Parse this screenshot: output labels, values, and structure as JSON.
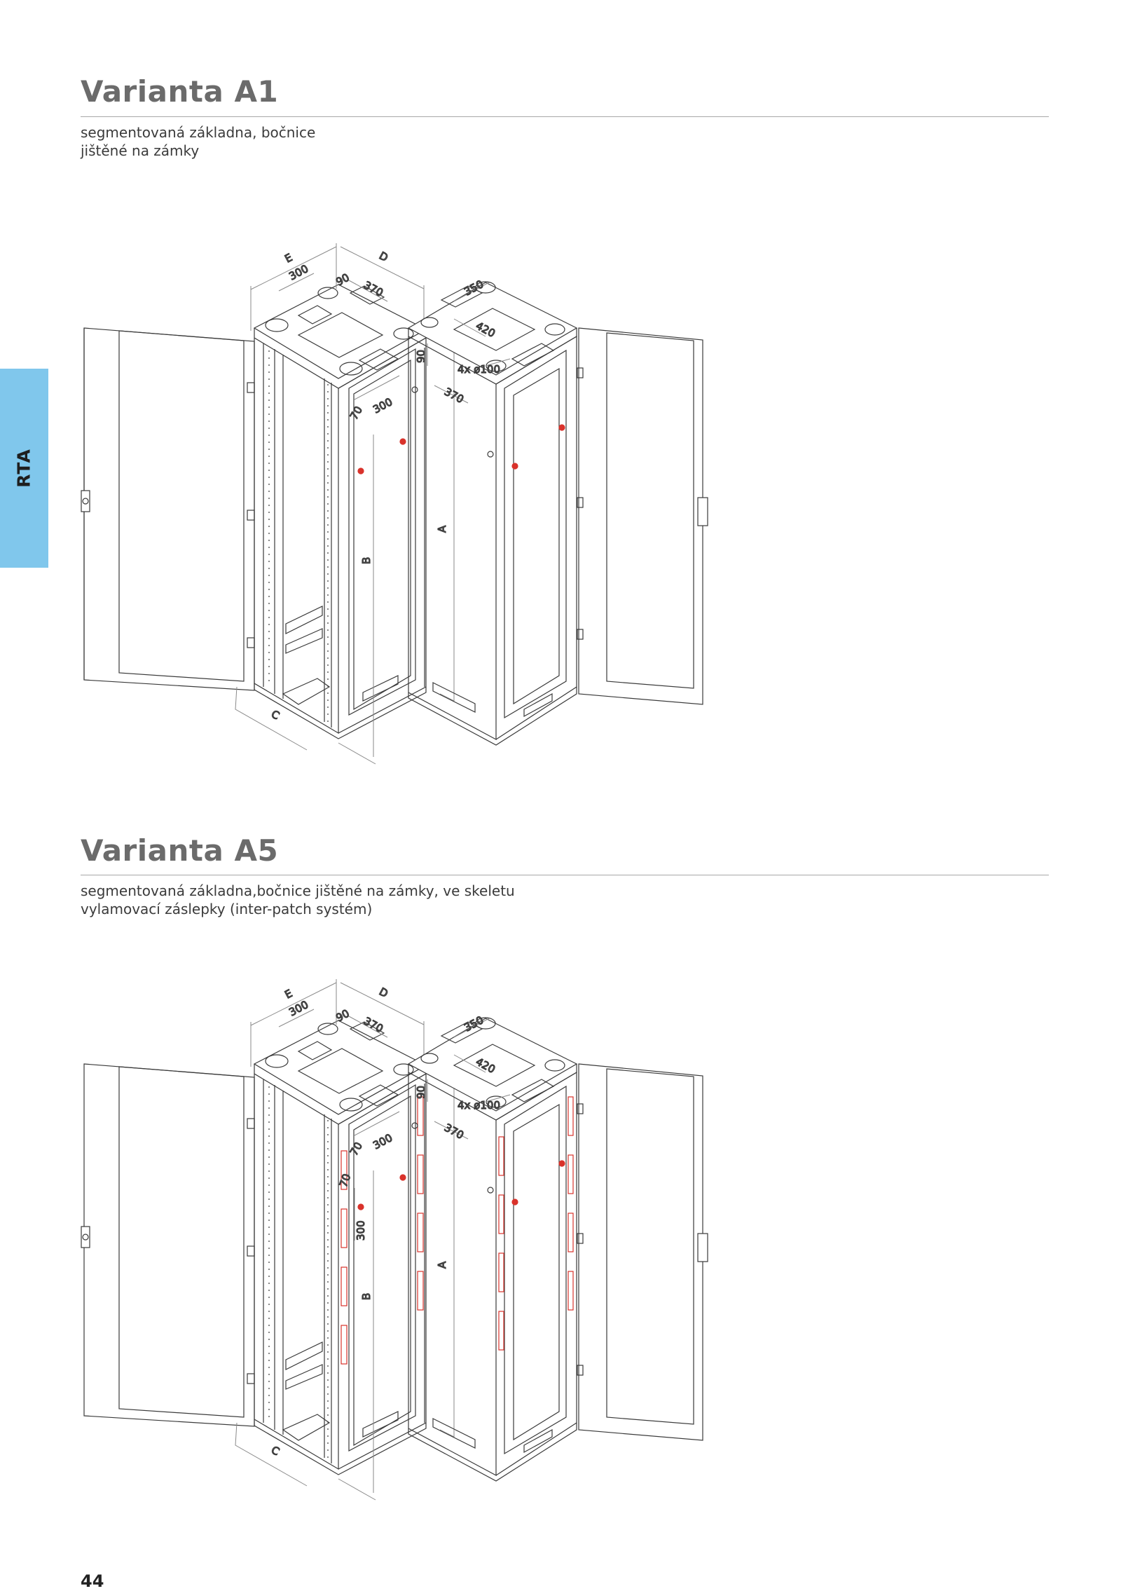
{
  "side_tab": {
    "label": "RTA",
    "color": "#80c7ec"
  },
  "sections": [
    {
      "title": "Varianta A1",
      "description": [
        "segmentovaná základna, bočnice",
        "jištěné na zámky"
      ],
      "dimensions": {
        "E": "E",
        "D": "D",
        "d300": "300",
        "d90": "90",
        "d370": "370",
        "d70": "70",
        "d300b": "300",
        "A": "A",
        "B": "B",
        "C": "C",
        "r350": "350",
        "r420": "420",
        "r90": "90",
        "r4x100": "4x ø100",
        "r370": "370"
      }
    },
    {
      "title": "Varianta A5",
      "description": [
        "segmentovaná základna,bočnice jištěné na zámky, ve skeletu",
        "vylamovací záslepky (inter-patch systém)"
      ],
      "dimensions": {
        "E": "E",
        "D": "D",
        "d300": "300",
        "d90": "90",
        "d370": "370",
        "d70": "70",
        "d300b": "300",
        "A": "A",
        "B": "B",
        "C": "C",
        "d70v": "70",
        "d300v": "300",
        "r350": "350",
        "r420": "420",
        "r90": "90",
        "r4x100": "4x ø100",
        "r370": "370"
      }
    }
  ],
  "page_number": "44",
  "colors": {
    "line": "#3a3a3a",
    "dimension": "#8a8a8a",
    "accent": "#d9322b",
    "title": "#6b6b6b"
  }
}
